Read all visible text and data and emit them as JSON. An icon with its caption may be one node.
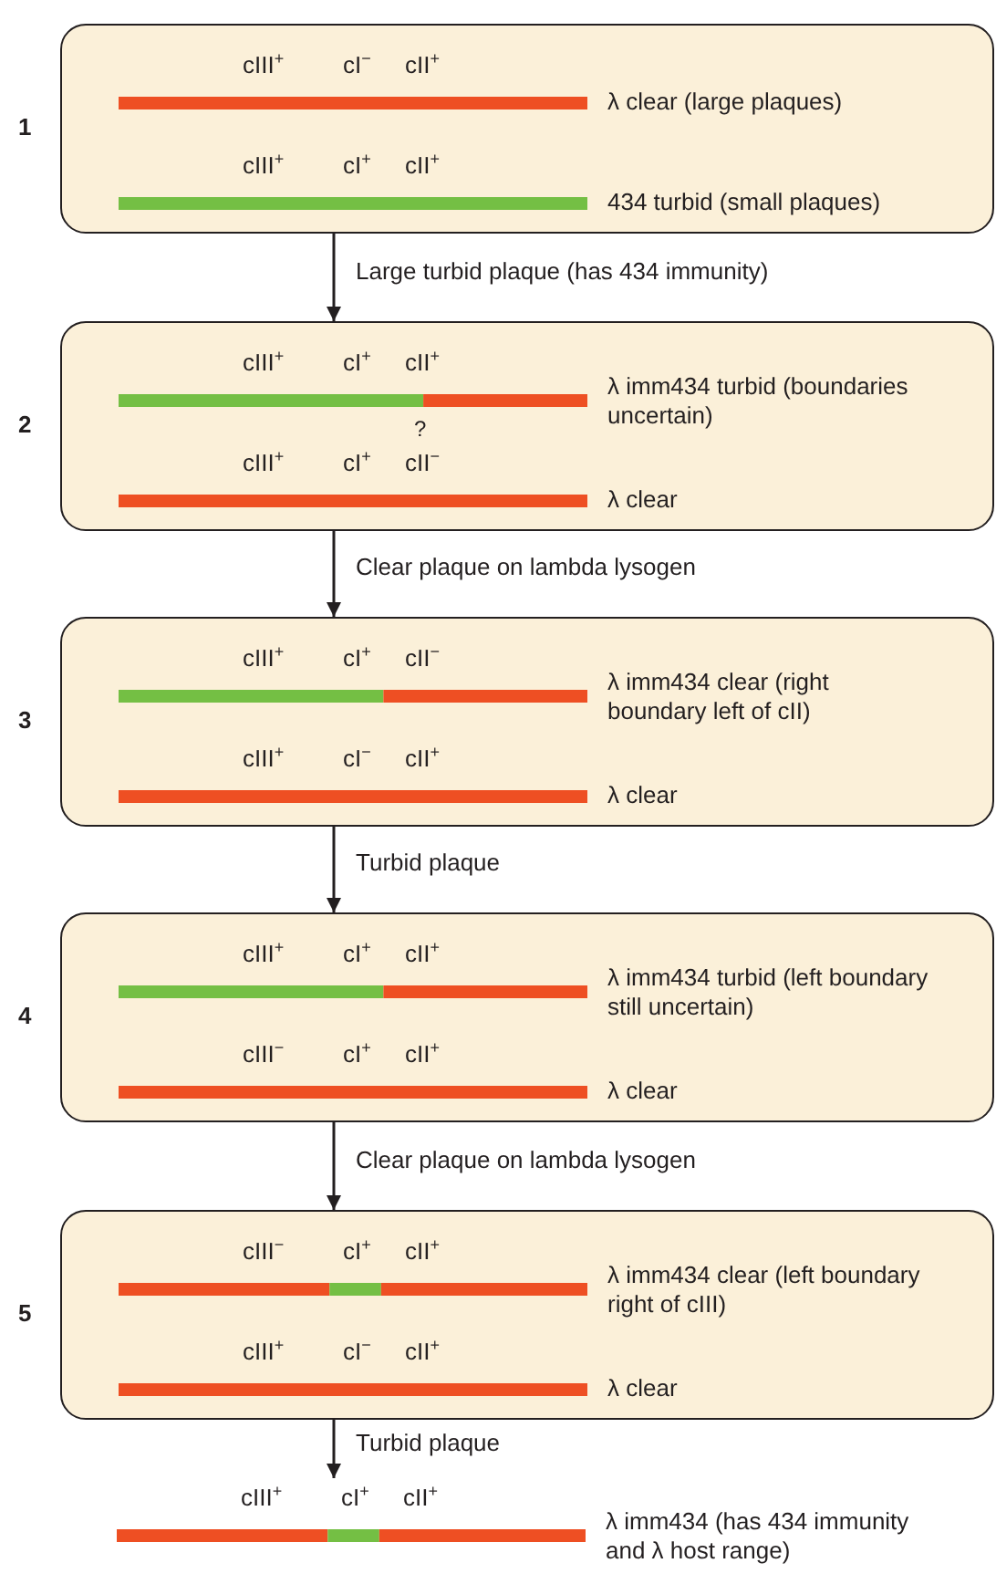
{
  "diagram": {
    "nodes": [
      {
        "text": [],
        "shape": "box",
        "beside": [
          "1"
        ]
      },
      {
        "text": [
          "cIII$^{+}$",
          "cI$^{−}$",
          "cII$^{+}$",
          "λ clear (large plaques)"
        ],
        "in": 0
      },
      {
        "text": [
          "cIII$^{+}$",
          "cI$^{+}$",
          "cII$^{+}$",
          "434 turbid (small plaques)"
        ],
        "in": 0
      },
      {
        "text": [],
        "shape": "box",
        "beside": [
          "2"
        ]
      },
      {
        "text": [
          "cIII$^{+}$",
          "cI$^{+}$",
          "cII$^{+}$",
          "?",
          "λ imm434 turbid (boundaries uncertain)"
        ],
        "in": 3
      },
      {
        "text": [
          "cIII$^{+}$",
          "cI$^{+}$",
          "cII$^{−}$",
          "λ clear"
        ],
        "in": 3
      },
      {
        "text": [],
        "shape": "box",
        "beside": [
          "3"
        ]
      },
      {
        "text": [
          "cIII$^{+}$",
          "cI$^{+}$",
          "cII$^{−}$",
          "λ imm434 clear (right boundary left of cII)"
        ],
        "in": 6
      },
      {
        "text": [
          "cIII$^{+}$",
          "cI$^{−}$",
          "cII$^{+}$",
          "λ clear"
        ],
        "in": 6
      },
      {
        "text": [],
        "shape": "box",
        "beside": [
          "4"
        ]
      },
      {
        "text": [
          "cIII$^{+}$",
          "cI$^{+}$",
          "cII$^{+}$",
          "λ imm434 turbid (left boundary still uncertain)"
        ],
        "in": 9
      },
      {
        "text": [
          "cIII$^{−}$",
          "cI$^{+}$",
          "cII$^{+}$",
          "λ clear"
        ],
        "in": 9
      },
      {
        "text": [],
        "shape": "box",
        "beside": [
          "5"
        ]
      },
      {
        "text": [
          "cIII$^{−}$",
          "cI$^{+}$",
          "cII$^{+}$",
          "λ imm434 clear (left boundary right of cIII)"
        ],
        "in": 12
      },
      {
        "text": [
          "cIII$^{+}$",
          "cI$^{−}$",
          "cII$^{+}$",
          "λ clear"
        ],
        "in": 12
      },
      {
        "text": [
          "cIII$^{+}$",
          "cI$^{+}$",
          "cII$^{+}$",
          "λ imm434 (has 434 immunity and λ host range)"
        ]
      }
    ],
    "edges": [
      {
        "from": 0,
        "to": 3,
        "arrow": "to",
        "label": "Large turbid plaque (has 434 immunity)"
      },
      {
        "from": 3,
        "to": 6,
        "arrow": "to",
        "label": "Clear plaque on lambda lysogen"
      },
      {
        "from": 6,
        "to": 9,
        "arrow": "to",
        "label": "Turbid plaque"
      },
      {
        "from": 9,
        "to": 12,
        "arrow": "to",
        "label": "Clear plaque on lambda lysogen"
      },
      {
        "from": 12,
        "to": 15,
        "arrow": "to",
        "label": "Turbid plaque"
      }
    ]
  }
}
